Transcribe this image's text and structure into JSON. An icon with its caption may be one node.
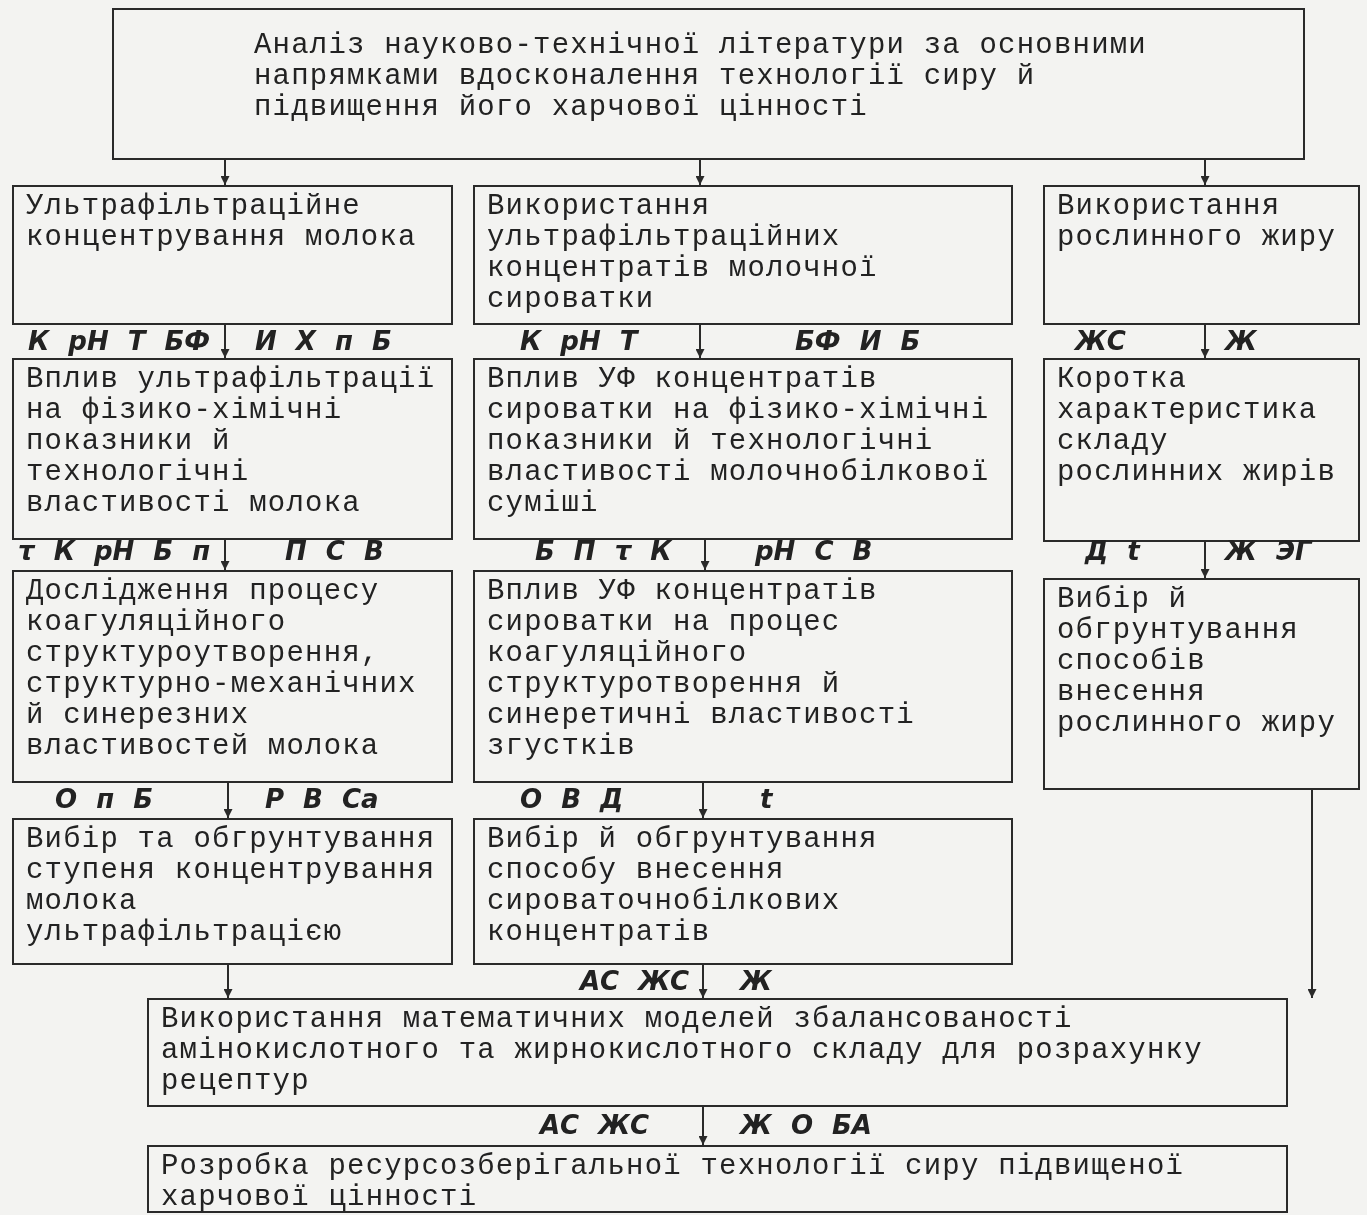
{
  "diagram": {
    "nodes": [
      {
        "text": [
          "Аналіз науково-технічної літератури за основними напрямками вдосконалення технології сиру й підвищення його харчової цінності"
        ]
      },
      {
        "text": [
          "Ультрафільтраційне концентрування молока"
        ]
      },
      {
        "text": [
          "Використання ультрафільтраційних концентратів молочної сироватки"
        ]
      },
      {
        "text": [
          "Використання рослинного жиру"
        ]
      },
      {
        "text": [
          "Вплив ультрафільтрації на фізико-хімічні показники й технологічні властивості молока"
        ]
      },
      {
        "text": [
          "Вплив УФ концентратів сироватки на фізико-хімічні показники й технологічні властивості молочнобілкової суміші"
        ]
      },
      {
        "text": [
          "Коротка характеристика складу рослинних жирів"
        ]
      },
      {
        "text": [
          "Дослідження процесу коагуляційного структуроутворення, структурно-механічних й синерезних властивостей молока"
        ]
      },
      {
        "text": [
          "Вплив УФ концентратів сироватки на процес коагуляційного структуротворення й синеретичні властивості згустків"
        ]
      },
      {
        "text": [
          "Вибір й обгрунтування способів внесення рослинного жиру"
        ]
      },
      {
        "text": [
          "Вибір та обгрунтування ступеня концентрування молока ультрафільтрацією"
        ]
      },
      {
        "text": [
          "Вибір й обгрунтування способу внесення сироваточнобілкових концентратів"
        ]
      },
      {
        "text": [
          "Використання математичних моделей збалансованості амінокислотного та жирнокислотного складу для розрахунку рецептур"
        ]
      },
      {
        "text": [
          "Розробка ресурсозберігальної технології сиру підвищеної харчової цінності"
        ]
      }
    ],
    "edges": [
      {
        "from": 0,
        "to": 1,
        "arrow": "to"
      },
      {
        "from": 0,
        "to": 2,
        "arrow": "to"
      },
      {
        "from": 0,
        "to": 3,
        "arrow": "to"
      },
      {
        "from": 1,
        "to": 4,
        "arrow": "to"
      },
      {
        "from": 2,
        "to": 5,
        "arrow": "to"
      },
      {
        "from": 3,
        "to": 6,
        "arrow": "to"
      },
      {
        "from": 4,
        "to": 7,
        "arrow": "to"
      },
      {
        "from": 5,
        "to": 8,
        "arrow": "to"
      },
      {
        "from": 6,
        "to": 9,
        "arrow": "to"
      },
      {
        "from": 7,
        "to": 10,
        "arrow": "to"
      },
      {
        "from": 8,
        "to": 11,
        "arrow": "to"
      },
      {
        "from": 10,
        "to": 12,
        "arrow": "to"
      },
      {
        "from": 11,
        "to": 12,
        "arrow": "to"
      },
      {
        "from": 9,
        "to": 12,
        "arrow": "to"
      },
      {
        "from": 12,
        "to": 13,
        "arrow": "to"
      }
    ],
    "labels": [
      "К рН Т БФ",
      "И Х п Б",
      "К рН Т",
      "БФ И Б",
      "ЖС",
      "Ж",
      "τ К рН Б п",
      "П С В",
      "Б П τ К",
      "рН С В",
      "Д t",
      "Ж ЭГ",
      "О п Б",
      "Р В Ca",
      "О В Д",
      "t",
      "АС ЖС",
      "Ж",
      "АС ЖС",
      "Ж О БА"
    ]
  }
}
